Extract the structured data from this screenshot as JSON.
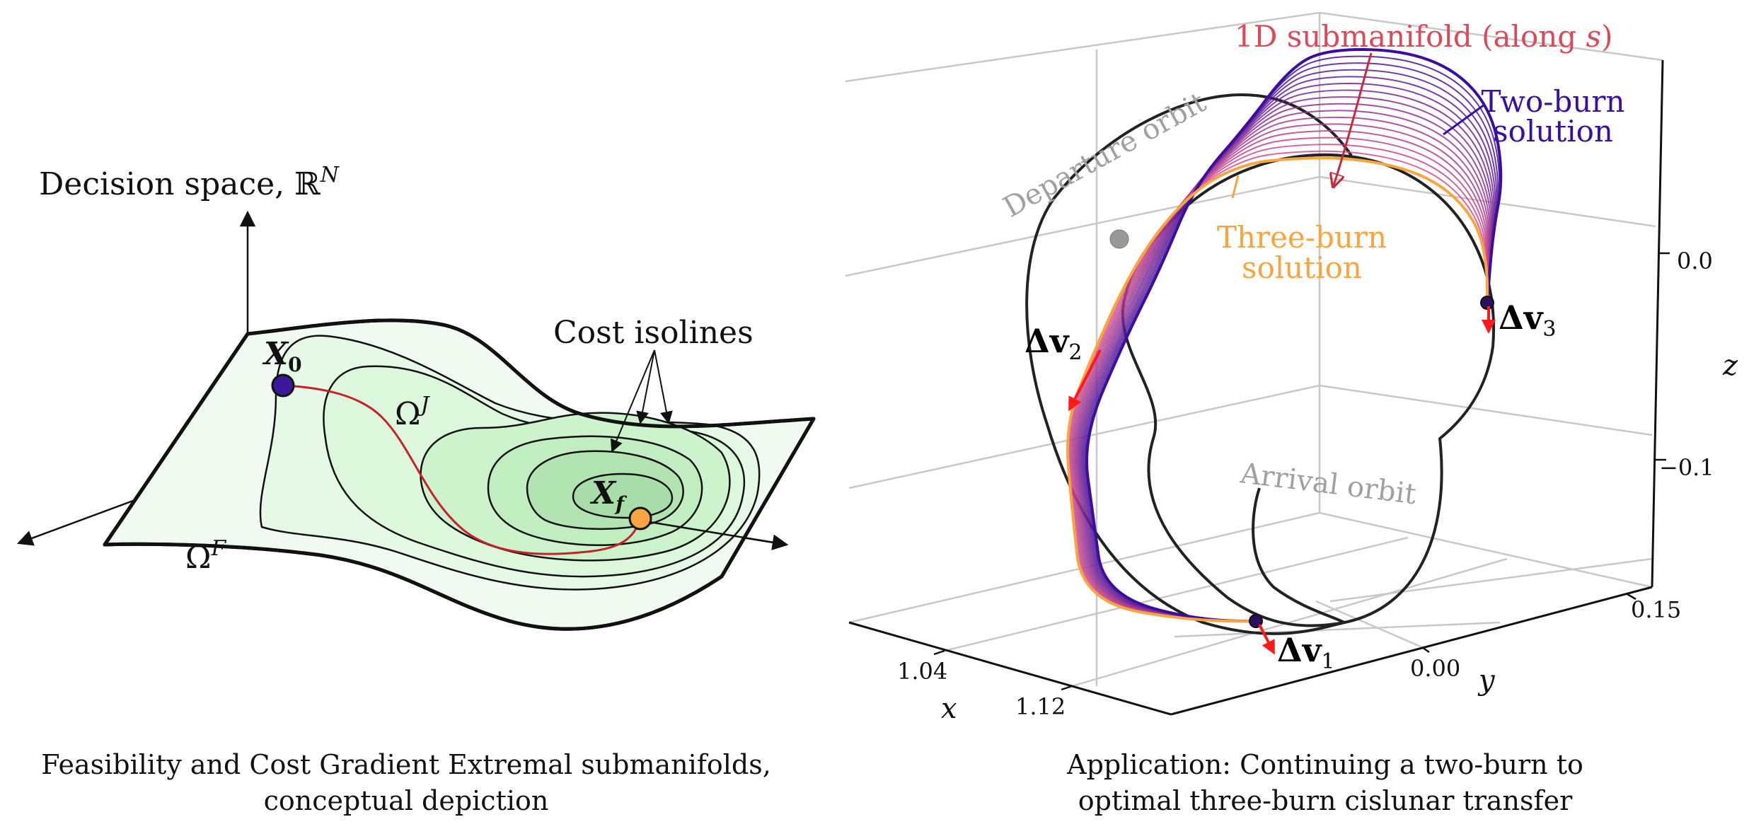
{
  "left_panel": {
    "decision_space_label": "Decision space, ℝ",
    "decision_space_sup": "N",
    "cost_isolines_label": "Cost isolines",
    "x0_label": "X",
    "x0_sub": "0",
    "xf_label": "X",
    "xf_sub": "f",
    "omega_j_label": "Ω",
    "omega_j_sup": "J",
    "omega_f_label": "Ω",
    "omega_f_sup": "F",
    "caption_line1": "Feasibility and Cost Gradient Extremal submanifolds,",
    "caption_line2": "conceptual depiction",
    "colors": {
      "surface_light": "#f0faf0",
      "contour_fill_1": "#e2f9e2",
      "contour_fill_2": "#d4f6d4",
      "contour_fill_3": "#c4efc4",
      "contour_fill_4": "#b6e6b6",
      "start_point": "#3a1a9a",
      "end_point": "#f7a540",
      "path": "#c4222a"
    }
  },
  "right_panel": {
    "departure_orbit_label": "Departure orbit",
    "arrival_orbit_label": "Arrival orbit",
    "submanifold_label_prefix": "1D submanifold (along ",
    "submanifold_label_var": "s",
    "submanifold_label_suffix": ")",
    "two_burn_line1": "Two-burn",
    "two_burn_line2": "solution",
    "three_burn_line1": "Three-burn",
    "three_burn_line2": "solution",
    "dv1_label": "Δv",
    "dv1_sub": "1",
    "dv2_label": "Δv",
    "dv2_sub": "2",
    "dv3_label": "Δv",
    "dv3_sub": "3",
    "x_axis_label": "x",
    "y_axis_label": "y",
    "z_axis_label": "z",
    "x_ticks": [
      "1.04",
      "1.12"
    ],
    "y_ticks": [
      "0.00",
      "0.15"
    ],
    "z_ticks": [
      "0.0",
      "−0.1"
    ],
    "caption_line1": "Application: Continuing a two-burn to",
    "caption_line2": "optimal three-burn cislunar transfer",
    "colors": {
      "two_burn": "#3b0f9e",
      "three_burn": "#f7a540",
      "family_start": "#3b0f9e",
      "family_end": "#e0508a",
      "submanifold_label": "#d94a5a",
      "orbit": "#222222",
      "delta_v_arrow": "#ff1a1a",
      "orbit_label": "#a0a0a0"
    }
  }
}
